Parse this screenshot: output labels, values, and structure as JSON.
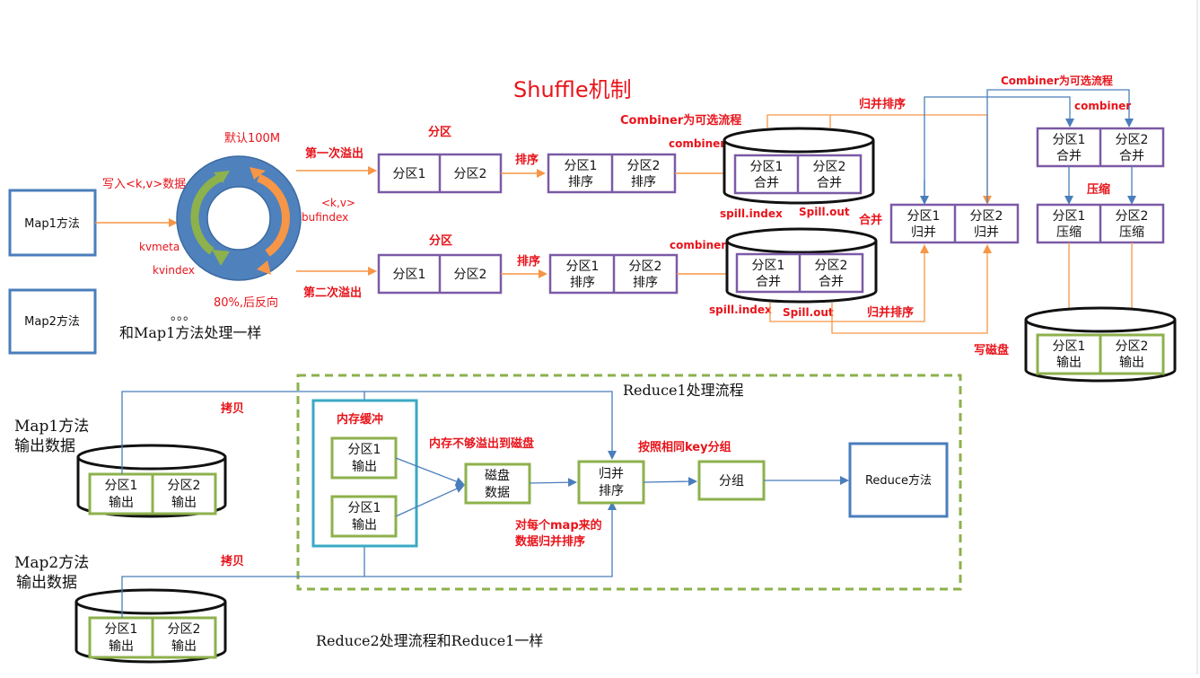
{
  "title": "Shuffle机制",
  "map": {
    "map1": "Map1方法",
    "map2": "Map2方法",
    "same_note": "和Map1方法处理一样",
    "dots": "。。。"
  },
  "ring": {
    "write_label": "写入<k,v>数据",
    "default_size": "默认100M",
    "kv": "<k,v>",
    "bufindex": "bufindex",
    "kvmeta": "kvmeta",
    "kvindex": "kvindex",
    "reverse": "80%,后反向"
  },
  "spill": {
    "first": "第一次溢出",
    "second": "第二次溢出",
    "partition": "分区",
    "sort": "排序",
    "p1": "分区1",
    "p2": "分区2",
    "sort_word": "排序",
    "combiner_optional": "Combiner为可选流程",
    "combiner": "combiner",
    "merge_word": "合并",
    "spill_index": "spill.index",
    "spill_out": "Spill.out"
  },
  "merge": {
    "merge_sort": "归并排序",
    "merge": "合并",
    "guibing": "归并",
    "combiner_optional": "Combiner为可选流程",
    "combiner": "combiner",
    "compress": "压缩",
    "write_disk": "写磁盘",
    "output": "输出"
  },
  "reduce": {
    "section_title": "Reduce1处理流程",
    "copy": "拷贝",
    "map1_out_line1": "Map1方法",
    "map1_out_line2": "输出数据",
    "map2_out_line1": "Map2方法",
    "map2_out_line2": "输出数据",
    "mem_buffer": "内存缓冲",
    "overflow": "内存不够溢出到磁盘",
    "disk_line1": "磁盘",
    "disk_line2": "数据",
    "merge_line1": "归并",
    "merge_line2": "排序",
    "per_map_line1": "对每个map来的",
    "per_map_line2": "数据归并排序",
    "group_by_key": "按照相同key分组",
    "group": "分组",
    "reduce_method": "Reduce方法",
    "reduce2_note": "Reduce2处理流程和Reduce1一样"
  },
  "colors": {
    "red": "#e8141b",
    "purple": "#7b5aa6",
    "blue": "#4a7ebb",
    "green": "#8db14c",
    "teal": "#3aa9c4",
    "orange": "#f79646",
    "ring_blue": "#4f81bd"
  }
}
